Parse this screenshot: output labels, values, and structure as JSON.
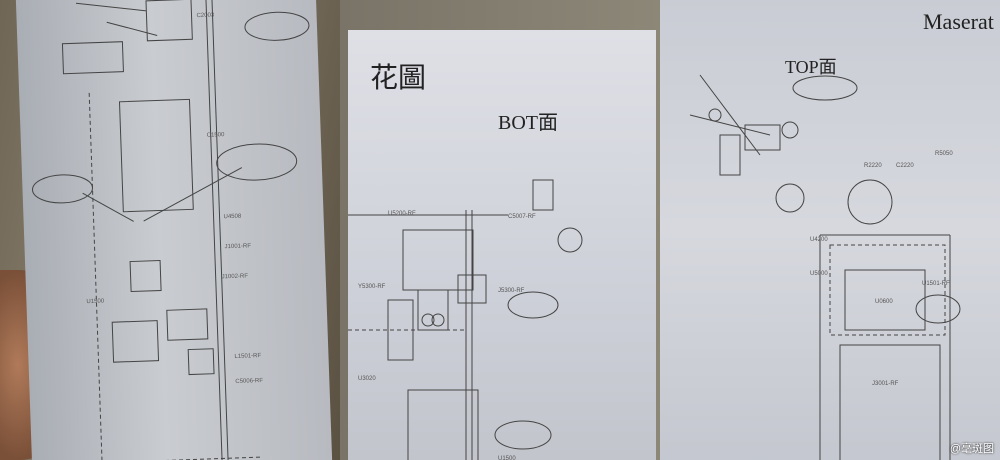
{
  "panels": {
    "bot": {
      "title_hanzi": "花圖",
      "subtitle": "BOT面"
    },
    "top": {
      "subtitle": "TOP面",
      "title_brand": "Maserat"
    }
  },
  "labels_left": [
    "C2003",
    "U1500",
    "C1500",
    "U4508",
    "J1001-RF",
    "J1002-RF",
    "L1501-RF",
    "C5006-RF"
  ],
  "labels_mid": [
    "U5200-RF",
    "Y5300-RF",
    "J5300-RF",
    "C5007-RF",
    "U3020",
    "U1500"
  ],
  "labels_right": [
    "R2220",
    "C2220",
    "R5050",
    "U4200",
    "U5000",
    "U1501-RF",
    "U0600",
    "J3001-RF"
  ],
  "watermark": "@毫斑图"
}
